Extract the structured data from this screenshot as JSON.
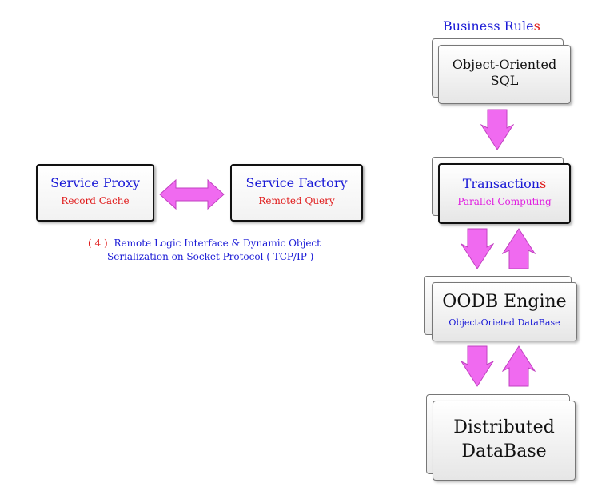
{
  "left": {
    "proxy": {
      "title": "Service Proxy",
      "subtitle": "Record Cache"
    },
    "factory": {
      "title": "Service Factory",
      "subtitle": "Remoted Query"
    },
    "caption": {
      "number": "( 4 )",
      "line1": "Remote Logic Interface & Dynamic Object",
      "line2": "Serialization on Socket Protocol ( TCP/IP )"
    }
  },
  "right": {
    "header": {
      "text": "Business Rule",
      "suffix": "s"
    },
    "sql": {
      "line1": "Object-Oriented",
      "line2": "SQL"
    },
    "transactions": {
      "title": "Transaction",
      "title_suffix": "s",
      "subtitle": "Parallel Computing"
    },
    "oodb": {
      "title": "OODB Engine",
      "subtitle": "Object-Orieted DataBase"
    },
    "distributed": {
      "line1": "Distributed",
      "line2": "DataBase"
    }
  },
  "colors": {
    "blue": "#1a1ad6",
    "red": "#e01a1a",
    "magenta": "#e020e0",
    "arrow_fill": "#f06af0"
  }
}
